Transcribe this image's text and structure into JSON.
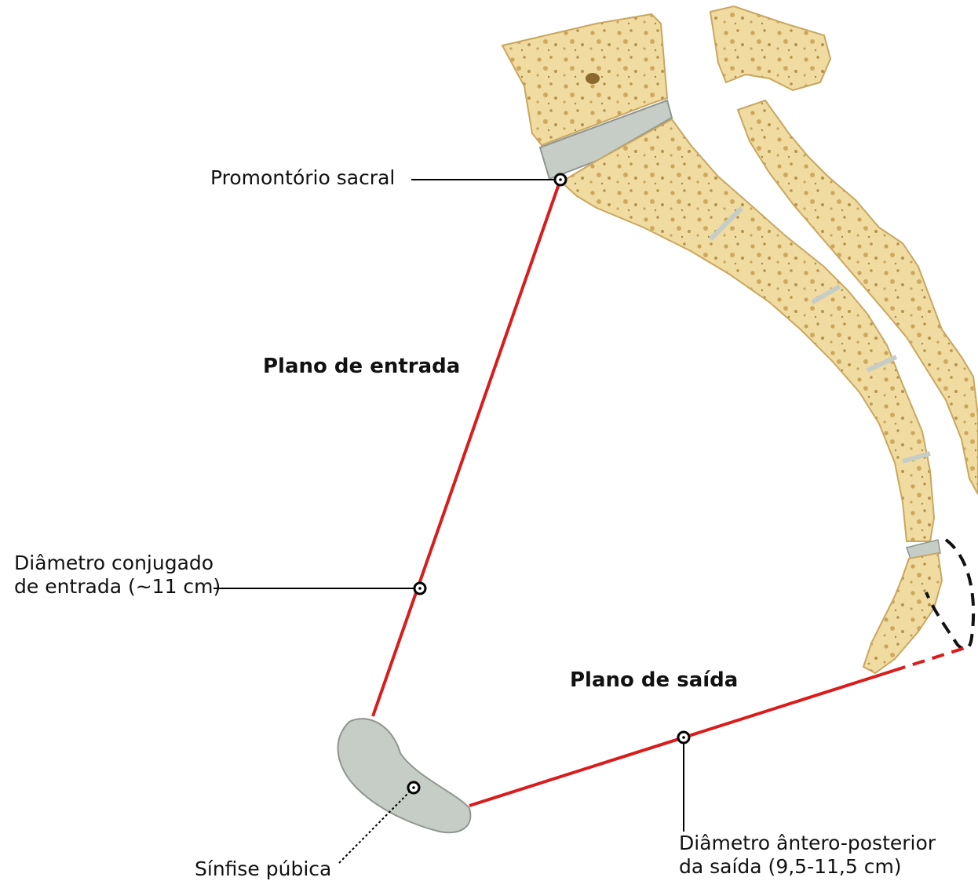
{
  "labels": {
    "promontorio": "Promontório sacral",
    "plano_entrada": "Plano de entrada",
    "diametro_conjugado_1": "Diâmetro conjugado",
    "diametro_conjugado_2": "de entrada (~11 cm)",
    "plano_saida": "Plano de saída",
    "sinfise": "Sínfise púbica",
    "diametro_ap_1": "Diâmetro ântero-posterior",
    "diametro_ap_2": "da saída (9,5-11,5 cm)"
  },
  "colors": {
    "bone": "#f0dba0",
    "bone_outline": "#c9a760",
    "bone_spots": "#c4a055",
    "cartilage": "#c6cdc6",
    "cartilage_outline": "#8f958f",
    "plane_line": "#d91c1c",
    "leader_line": "#000000"
  }
}
